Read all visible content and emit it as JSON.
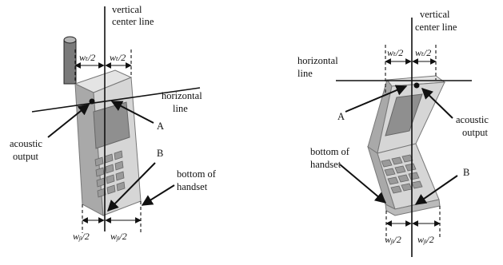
{
  "colors": {
    "line": "#111111",
    "body_light": "#e2e2e2",
    "body_mid": "#cfcfcf",
    "body_dark": "#a9a9a9",
    "screen": "#8f8f8f",
    "keys": "#9a9a9a",
    "antenna": "#7a7a7a"
  },
  "left_phone": {
    "vertical_label": [
      "vertical",
      "center line"
    ],
    "horizontal_label": [
      "horizontal",
      "line"
    ],
    "acoustic_label": [
      "acoustic",
      "output"
    ],
    "point_a": "A",
    "point_b": "B",
    "bottom_label": [
      "bottom of",
      "handset"
    ],
    "top_w_left": "wₜ/2",
    "top_w_right": "wₜ/2",
    "bottom_w_left": "wᵦ/2",
    "bottom_w_right": "wᵦ/2"
  },
  "right_phone": {
    "vertical_label": [
      "vertical",
      "center line"
    ],
    "horizontal_label": [
      "horizontal",
      "line"
    ],
    "acoustic_label": [
      "acoustic",
      "output"
    ],
    "point_a": "A",
    "point_b": "B",
    "bottom_label": [
      "bottom of",
      "handset"
    ],
    "top_w_left": "wₜ/2",
    "top_w_right": "wₜ/2",
    "bottom_w_left": "wᵦ/2",
    "bottom_w_right": "wᵦ/2"
  }
}
